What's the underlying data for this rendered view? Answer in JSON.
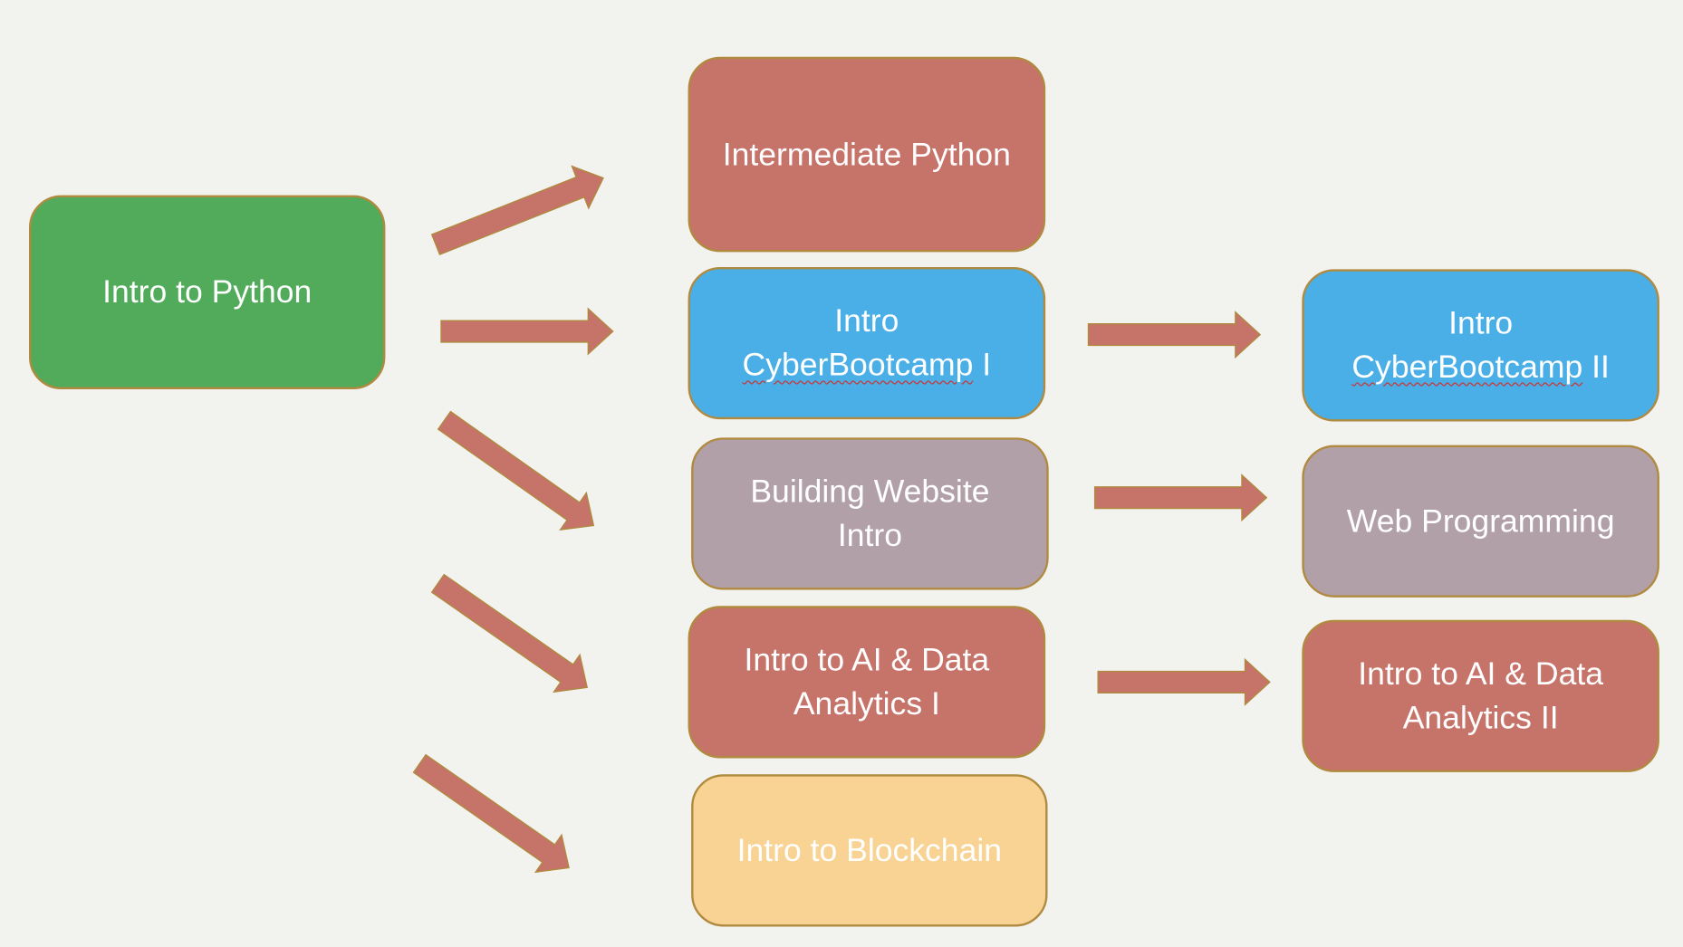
{
  "diagram": {
    "nodes": {
      "intro_python": {
        "label": "Intro to Python",
        "color": "#51ab5b"
      },
      "intermediate_python": {
        "label": "Intermediate Python",
        "color": "#c6736a"
      },
      "cyber_1": {
        "line1": "Intro",
        "line2_a": "CyberBootcamp",
        "line2_b": " I",
        "color": "#4aaee7"
      },
      "building_website": {
        "line1": "Building Website",
        "line2": "Intro",
        "color": "#b2a0a9"
      },
      "ai_1": {
        "line1": "Intro to AI & Data",
        "line2": "Analytics I",
        "color": "#c6736a"
      },
      "blockchain": {
        "label": "Intro to Blockchain",
        "color": "#f8d394"
      },
      "cyber_2": {
        "line1": "Intro",
        "line2_a": "CyberBootcamp",
        "line2_b": " II",
        "color": "#4aaee7"
      },
      "web_programming": {
        "label": "Web Programming",
        "color": "#b2a0a9"
      },
      "ai_2": {
        "line1": "Intro to AI & Data",
        "line2": "Analytics II",
        "color": "#c6736a"
      }
    },
    "edges": [
      {
        "from": "Intro to Python",
        "to": "Intermediate Python"
      },
      {
        "from": "Intro to Python",
        "to": "Intro CyberBootcamp I"
      },
      {
        "from": "Intro to Python",
        "to": "Building Website Intro"
      },
      {
        "from": "Intro to Python",
        "to": "Intro to AI & Data Analytics I"
      },
      {
        "from": "Intro to Python",
        "to": "Intro to Blockchain"
      },
      {
        "from": "Intro CyberBootcamp I",
        "to": "Intro CyberBootcamp II"
      },
      {
        "from": "Building Website Intro",
        "to": "Web Programming"
      },
      {
        "from": "Intro to AI & Data Analytics I",
        "to": "Intro to AI & Data Analytics II"
      }
    ],
    "arrow_color": "#c6736a",
    "border_color": "#b08a3e",
    "background_color": "#f2f2ef"
  }
}
